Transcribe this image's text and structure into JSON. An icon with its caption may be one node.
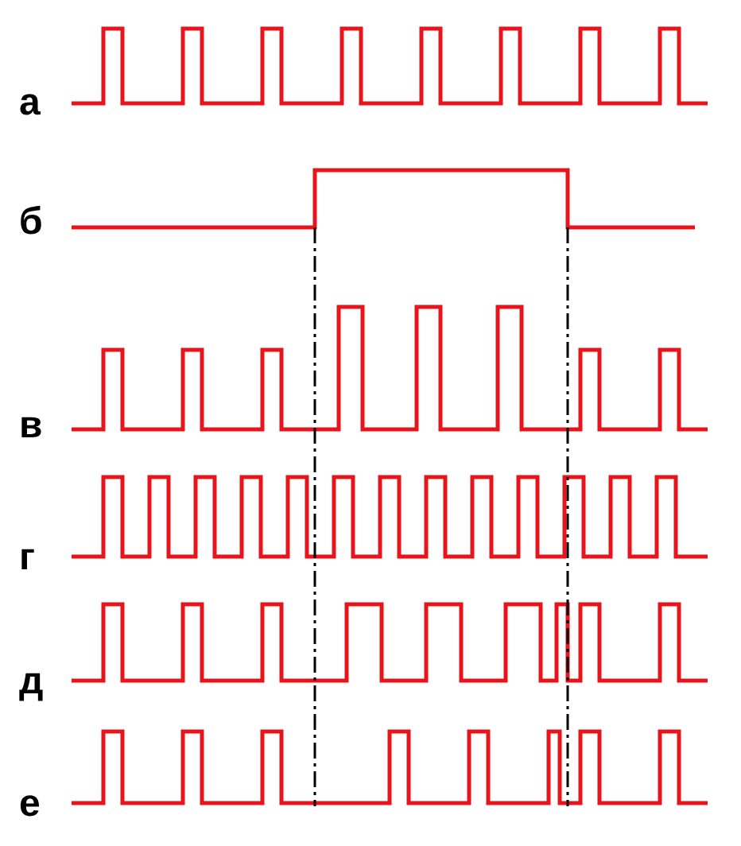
{
  "diagram": {
    "labels": [
      "а",
      "б",
      "в",
      "г",
      "д",
      "е"
    ]
  }
}
